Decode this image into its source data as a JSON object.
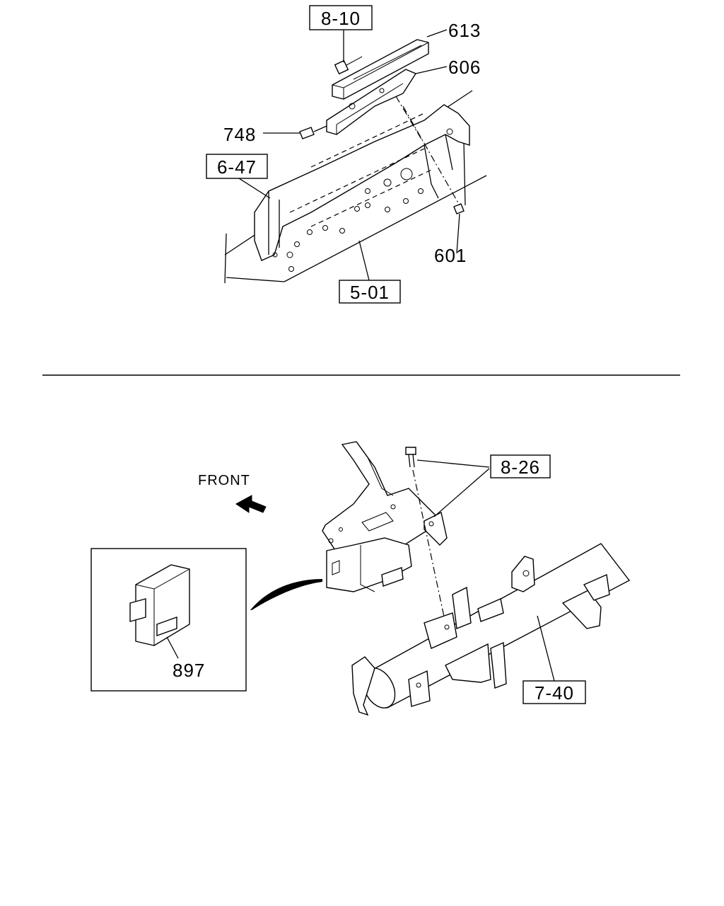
{
  "diagram": {
    "top_section": {
      "ref_boxes": [
        "8-10",
        "6-47",
        "5-01"
      ],
      "part_numbers": [
        "613",
        "606",
        "748",
        "601"
      ]
    },
    "bottom_section": {
      "ref_boxes": [
        "8-26",
        "7-40"
      ],
      "part_numbers": [
        "897"
      ],
      "direction_label": "FRONT"
    }
  }
}
